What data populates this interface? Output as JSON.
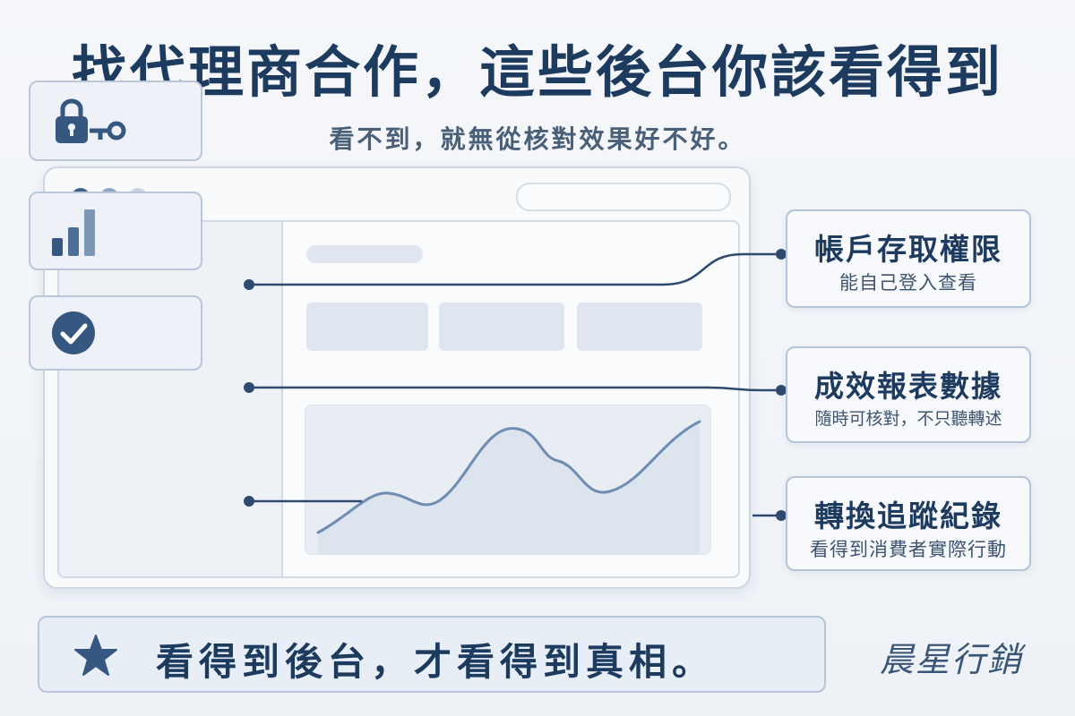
{
  "header": {
    "title": "找代理商合作，這些後台你該看得到",
    "subtitle": "看不到，就無從核對效果好不好。"
  },
  "features": [
    {
      "icon": "lock-key-icon",
      "title": "帳戶存取權限",
      "description": "能自己登入查看"
    },
    {
      "icon": "bar-chart-icon",
      "title": "成效報表數據",
      "description": "隨時可核對，不只聽轉述"
    },
    {
      "icon": "check-circle-icon",
      "title": "轉換追蹤紀錄",
      "description": "看得到消費者實際行動"
    }
  ],
  "banner": {
    "icon": "star-icon",
    "text": "看得到後台，才看得到真相。"
  },
  "brand": {
    "name": "晨星行銷"
  },
  "colors": {
    "primary": "#1d3a5f",
    "accent": "#3f5f86",
    "line": "#2e4a6e",
    "chart_line": "#6f8db3"
  }
}
